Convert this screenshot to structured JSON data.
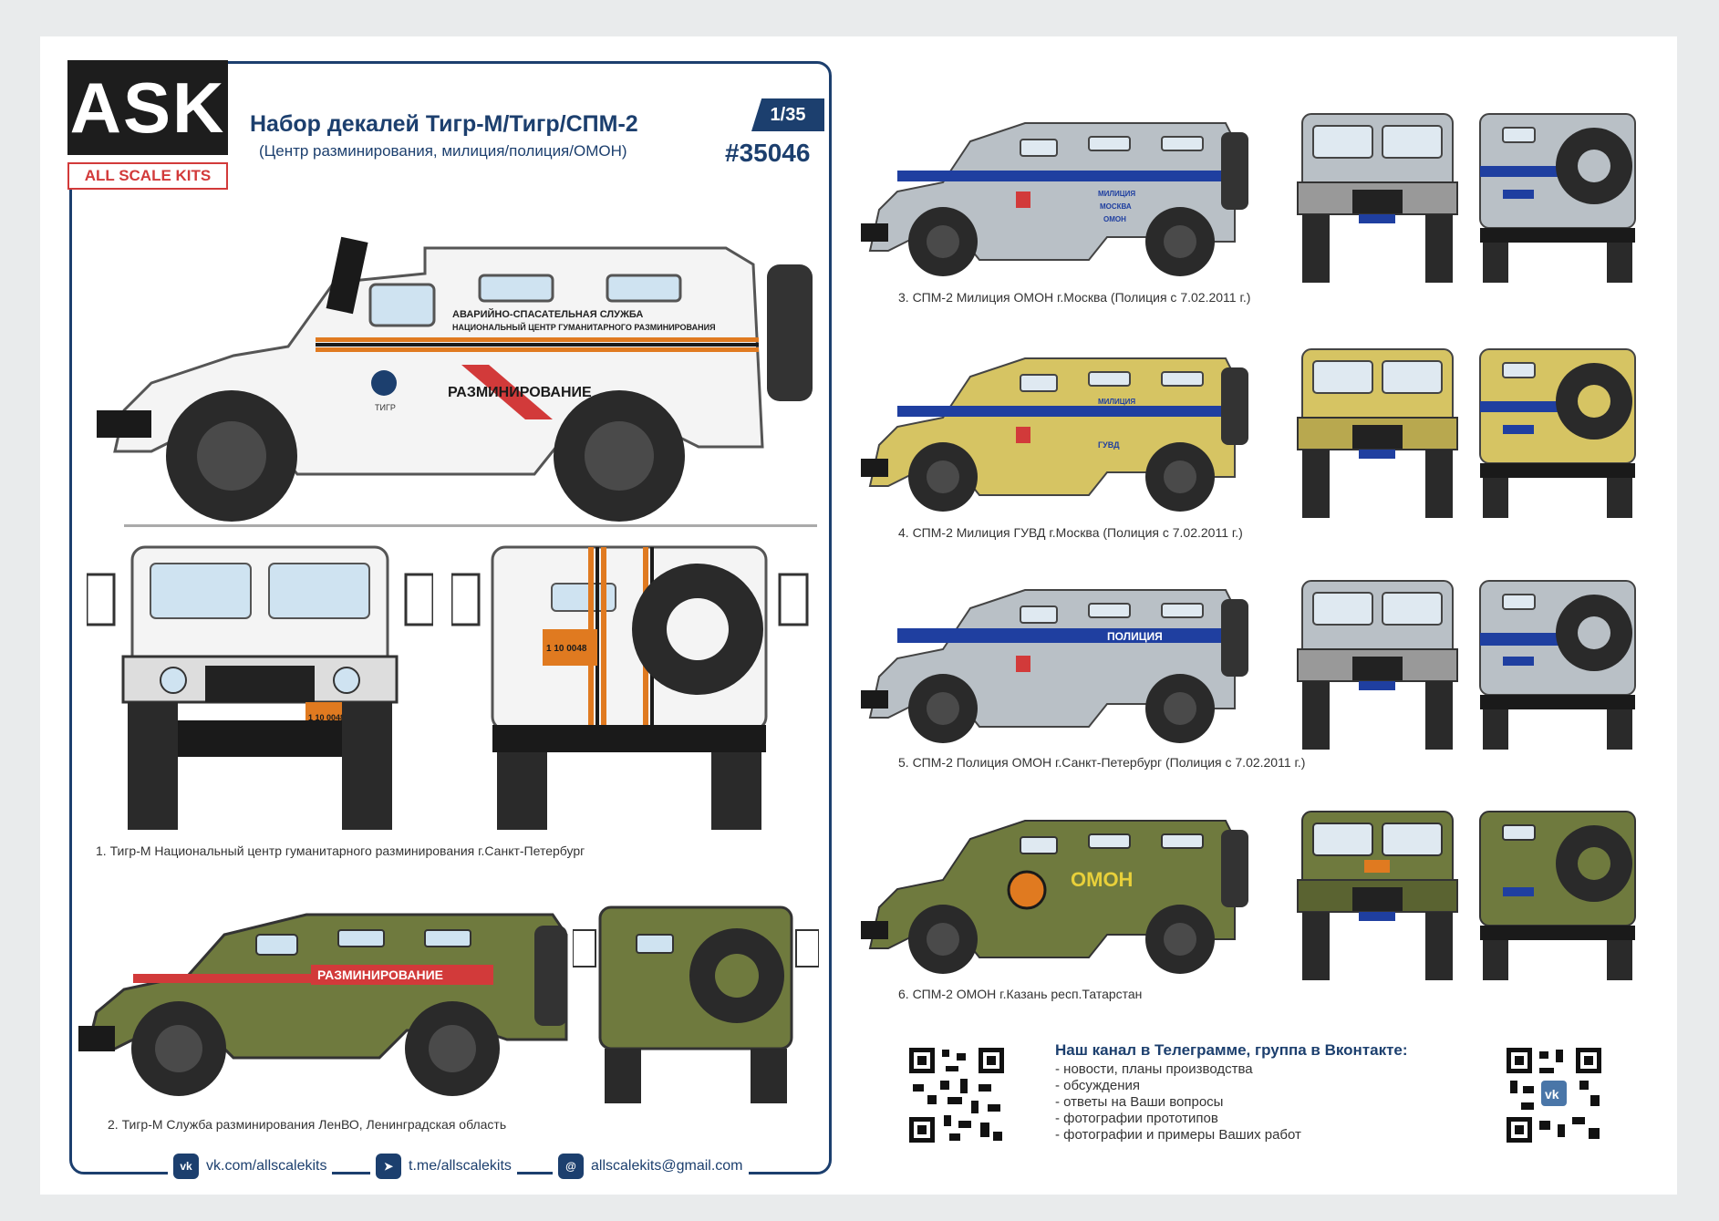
{
  "brand": {
    "logo_text": "ASK",
    "logo_sub": "ALL SCALE KITS"
  },
  "header": {
    "title": "Набор декалей Тигр-М/Тигр/СПМ-2",
    "subtitle": "(Центр разминирования, милиция/полиция/ОМОН)",
    "scale": "1/35",
    "code": "#35046"
  },
  "captions": {
    "v1": "1. Тигр-М Национальный центр гуманитарного разминирования г.Санкт-Петербург",
    "v2": "2. Тигр-М Служба разминирования ЛенВО, Ленинградская область",
    "v3": "3. СПМ-2 Милиция ОМОН г.Москва (Полиция с 7.02.2011 г.)",
    "v4": "4. СПМ-2 Милиция ГУВД г.Москва (Полиция с 7.02.2011 г.)",
    "v5": "5. СПМ-2 Полиция ОМОН г.Санкт-Петербург (Полиция с 7.02.2011 г.)",
    "v6": "6. СПМ-2 ОМОН г.Казань респ.Татарстан"
  },
  "decals": {
    "v1_line1": "АВАРИЙНО-СПАСАТЕЛЬНАЯ СЛУЖБА",
    "v1_line2": "НАЦИОНАЛЬНЫЙ ЦЕНТР ГУМАНИТАРНОГО РАЗМИНИРОВАНИЯ",
    "v1_side": "РАЗМИНИРОВАНИЕ",
    "v1_emblem": "ТИГР",
    "v1_plate": "1 10 0048",
    "v2_side": "РАЗМИНИРОВАНИЕ",
    "v3_word": "МИЛИЦИЯ",
    "v3_city": "МОСКВА",
    "v3_unit": "ОМОН",
    "v4_word": "МИЛИЦИЯ",
    "v4_unit": "ГУВД",
    "v5_word": "ПОЛИЦИЯ",
    "v6_word": "ОМОН"
  },
  "channel": {
    "title": "Наш канал в Телеграмме, группа в Вконтакте:",
    "items": [
      "- новости, планы производства",
      "- обсуждения",
      "- ответы на Ваши вопросы",
      "- фотографии прототипов",
      "- фотографии и примеры Ваших работ"
    ]
  },
  "footer": {
    "vk_icon": "vk-icon",
    "vk_text": "vk.com/allscalekits",
    "tg_icon": "telegram-icon",
    "tg_text": "t.me/allscalekits",
    "mail_icon": "at-icon",
    "mail_text": "allscalekits@gmail.com"
  },
  "colors": {
    "navy": "#1c3f6e",
    "white_body": "#f4f4f4",
    "olive": "#6f7a3e",
    "sand": "#d6c463",
    "grey": "#b9c0c6",
    "police_blue": "#1f3fa0",
    "accent_red": "#d23a3a",
    "accent_orange": "#e07a20"
  }
}
